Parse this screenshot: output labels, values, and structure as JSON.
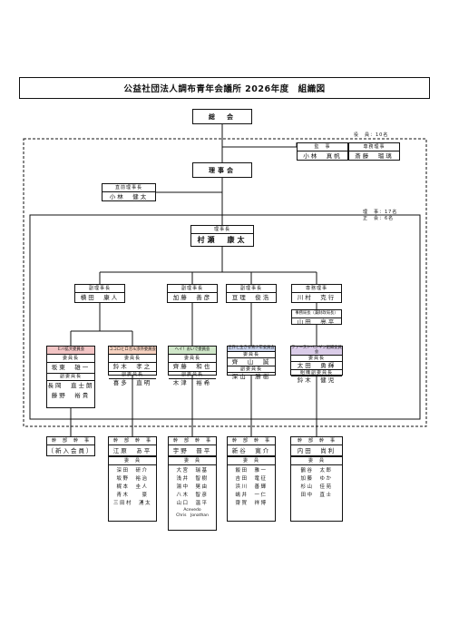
{
  "title": "公益社団法人調布青年会議所 2026年度　組織図",
  "general_assembly": "総　会",
  "auditors": {
    "label": "監　事",
    "name": "小林　真帆"
  },
  "officers_count": "役　員：10名",
  "board": "理事会",
  "advisors": [
    {
      "role": "直前理事長",
      "name": "小林　健太"
    },
    {
      "role": "専務理事",
      "name": "斎藤　瑠璃"
    }
  ],
  "directors_count": "理　事：17名",
  "members_count": "正　会：6名",
  "president": {
    "role": "理事長",
    "name": "村瀬　康太"
  },
  "vice_presidents": [
    {
      "role": "副理事長",
      "name": "横田　康人"
    },
    {
      "role": "副理事長",
      "name": "加藤　善彦"
    },
    {
      "role": "副理事長",
      "name": "亘理　俊浩"
    },
    {
      "role": "専務理事",
      "name": "川村　克行"
    }
  ],
  "secretariat": {
    "role": "事務局長（兼財政局長）",
    "name": "山田　亮平"
  },
  "committees": [
    {
      "name": "ヒバ拡大委員会",
      "color": "#f2c4c4",
      "chair_role": "委員長",
      "chair": "坂東　雄一",
      "vice_role": "副委員長",
      "vices": [
        "長岡　直士朗",
        "藤野　裕貴"
      ],
      "sec_role": "幹　部　幹　事",
      "secretary": "（新入会員）",
      "members_role": "",
      "members": []
    },
    {
      "name": "ココロとロガル渉外委員会",
      "color": "#f6d1bf",
      "chair_role": "委員長",
      "chair": "鈴木　孝之",
      "vice_role": "副委員長",
      "vices": [
        "喜多　直明"
      ],
      "sec_role": "幹　部　幹　事",
      "secretary": "江原　あ平",
      "members_role": "委　員",
      "members": [
        "深田　研介",
        "坂野　裕治",
        "梶本　圭人",
        "青木　　豪",
        "三田村　湧太"
      ]
    },
    {
      "name": "ヘイ！おいで委員会",
      "color": "#cfe6c8",
      "chair_role": "委員長",
      "chair": "齊藤　和也",
      "vice_role": "副委員長",
      "vices": [
        "木津　裕希"
      ],
      "sec_role": "幹　部　幹　事",
      "secretary": "宇野　晋平",
      "members_role": "委　員",
      "members": [
        "大宮　瑞基",
        "浅井　智樹",
        "湯中　晃由",
        "八木　智彦",
        "山口　温平"
      ],
      "members_latin": [
        "Acevedo",
        "Chris　Jonathan"
      ]
    },
    {
      "name": "世界と生きる青少年委員会",
      "color": "#c9d3ec",
      "chair_role": "委員長",
      "chair": "齊　山　誠",
      "vice_role": "副委員長",
      "vices": [
        "深山　勝樹"
      ],
      "sec_role": "幹　部　幹　事",
      "secretary": "新谷　寛介",
      "members_role": "委　員",
      "members": [
        "飯田　雅一",
        "吉田　竜征",
        "浜川　善輝",
        "嶋井　一仁",
        "齋賀　祥博"
      ]
    },
    {
      "name": "ファーストペンギン組織委員会",
      "color": "#dacce8",
      "chair_role": "委員長",
      "chair": "太田　勇輝",
      "vice_role": "組織副委員長",
      "vices": [
        "鈴木　健児"
      ],
      "sec_role": "幹　部　幹　事",
      "secretary": "内田　尚利",
      "members_role": "委　員",
      "members": [
        "鶴谷　太郎",
        "加藤　ゆか",
        "杉山　佳苑",
        "田中　直士"
      ]
    }
  ]
}
